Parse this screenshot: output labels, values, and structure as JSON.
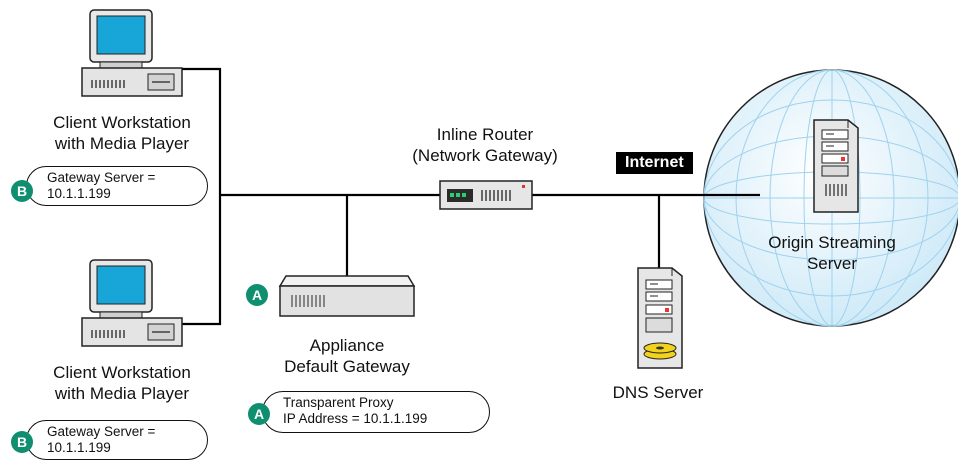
{
  "clients": [
    {
      "label_line1": "Client Workstation",
      "label_line2": "with Media Player",
      "badge": "B",
      "callout_line1": "Gateway Server =",
      "callout_line2": "10.1.1.199"
    },
    {
      "label_line1": "Client Workstation",
      "label_line2": "with Media Player",
      "badge": "B",
      "callout_line1": "Gateway Server =",
      "callout_line2": "10.1.1.199"
    }
  ],
  "router": {
    "line1": "Inline Router",
    "line2": "(Network Gateway)"
  },
  "appliance": {
    "badge": "A",
    "line1": "Appliance",
    "line2": "Default Gateway"
  },
  "proxy_callout": {
    "badge": "A",
    "line1": "Transparent Proxy",
    "line2": "IP Address = 10.1.1.199"
  },
  "internet_label": "Internet",
  "origin": {
    "line1": "Origin Streaming",
    "line2": "Server"
  },
  "dns": {
    "label": "DNS Server"
  },
  "colors": {
    "badge": "#0f8f6f",
    "screen": "#18a6d8",
    "globe": "#bfe3f5",
    "disk": "#f2d21a"
  },
  "icons": [
    "workstation-icon",
    "router-icon",
    "appliance-icon",
    "server-tower-icon",
    "globe-icon"
  ]
}
